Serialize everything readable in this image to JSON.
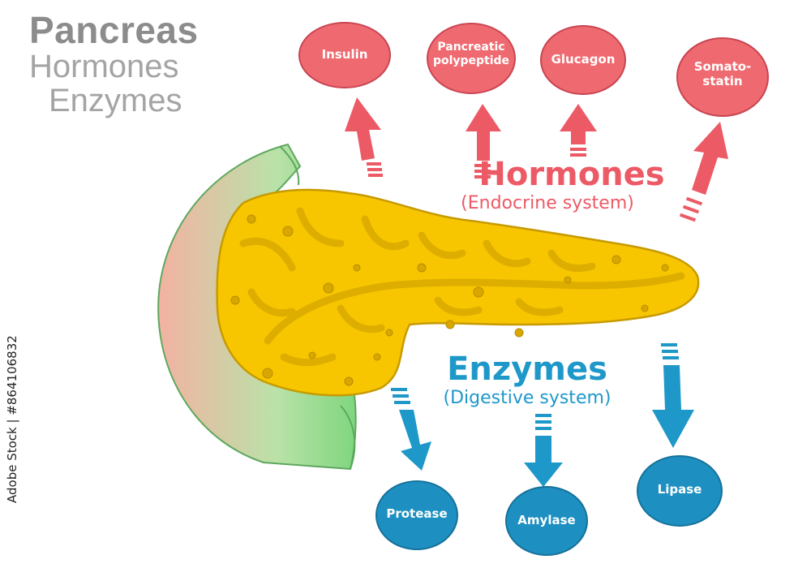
{
  "title": {
    "main": "Pancreas",
    "line2": "Hormones",
    "line3": "Enzymes"
  },
  "hormones": {
    "heading": "Hormones",
    "subheading": "(Endocrine system)",
    "items": [
      "Insulin",
      "Pancreatic polypeptide",
      "Glucagon",
      "Somato-statin"
    ]
  },
  "enzymes": {
    "heading": "Enzymes",
    "subheading": "(Digestive system)",
    "items": [
      "Protease",
      "Amylase",
      "Lipase"
    ]
  },
  "credit": "Adobe Stock | #864106832",
  "colors": {
    "hormone": "#ec5a66",
    "hormone_bubble": "#ef6a70",
    "enzyme": "#1e98c9",
    "enzyme_bubble": "#1d8fc0",
    "pancreas": "#f7c600",
    "pancreas_dark": "#d9a800",
    "duodenum_outer": "#7fd67f",
    "duodenum_inner": "#f0a89a"
  }
}
